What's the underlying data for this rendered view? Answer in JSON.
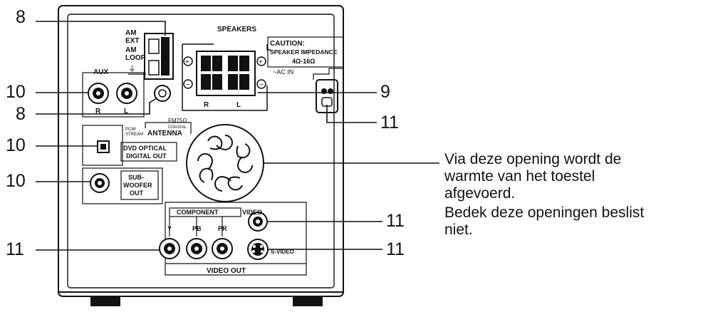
{
  "callouts": {
    "c8_top": "8",
    "c10_aux": "10",
    "c8_antenna": "8",
    "c10_optical": "10",
    "c10_sub": "10",
    "c11_component": "11",
    "c9": "9",
    "c11_ac": "11",
    "c11_video": "11",
    "c11_svideo": "11"
  },
  "panel": {
    "am_ext": "AM",
    "am_ext2": "EXT",
    "am_loop": "AM",
    "am_loop2": "LOOP",
    "speakers": "SPEAKERS",
    "caution": "CAUTION:",
    "speaker_impedance": "SPEAKER IMPEDANCE",
    "impedance_value": "4Ω-16Ω",
    "ac_in": "~AC IN",
    "speaker_r": "R",
    "speaker_l": "L",
    "aux": "AUX",
    "aux_r": "R",
    "aux_l": "L",
    "fm_label": "FM75Ω",
    "fm_coaxial": "COAXIAL",
    "antenna": "ANTENNA",
    "pcm_stream": "PCM/",
    "pcm_stream2": "STREAM",
    "dvd_optical": "DVD OPTICAL",
    "digital_out": "DIGITAL OUT",
    "sub": "SUB-",
    "woofer": "WOOFER",
    "sub_out": "OUT",
    "component": "COMPONENT",
    "video": "VIDEO",
    "comp_y": "Y",
    "comp_pb": "PB",
    "comp_pr": "PR",
    "s_video": "S-VIDEO",
    "video_out": "VIDEO  OUT"
  },
  "notes": {
    "vent_line1": "Via deze opening wordt de",
    "vent_line2": "warmte van het toestel",
    "vent_line3": "afgevoerd.",
    "cover_line1": "Bedek deze openingen beslist",
    "cover_line2": "niet."
  }
}
